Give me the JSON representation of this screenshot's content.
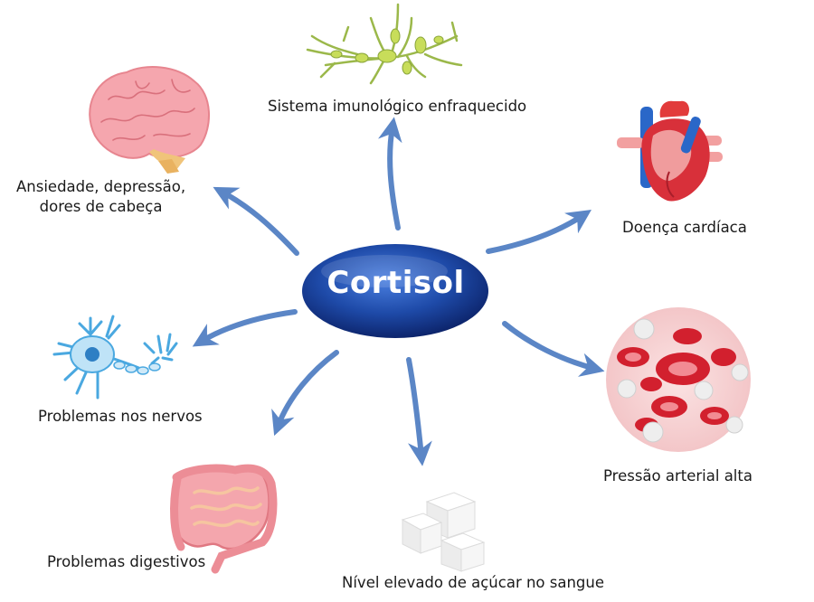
{
  "center": {
    "label": "Cortisol"
  },
  "effects": {
    "immune": "Sistema imunológico enfraquecido",
    "anxiety_line1": "Ansiedade, depressão,",
    "anxiety_line2": "dores de cabeça",
    "heart": "Doença cardíaca",
    "nerves": "Problemas nos nervos",
    "blood_pressure": "Pressão arterial alta",
    "digestive": "Problemas digestivos",
    "sugar": "Nível elevado de açúcar no sangue"
  },
  "colors": {
    "arrow": "#5b86c6",
    "ellipse_dark": "#0d2a7a",
    "ellipse_light": "#3a6fd0"
  },
  "icons": [
    "neuron-network-icon",
    "brain-icon",
    "heart-icon",
    "neuron-icon",
    "blood-cells-icon",
    "intestines-icon",
    "sugar-cubes-icon"
  ]
}
